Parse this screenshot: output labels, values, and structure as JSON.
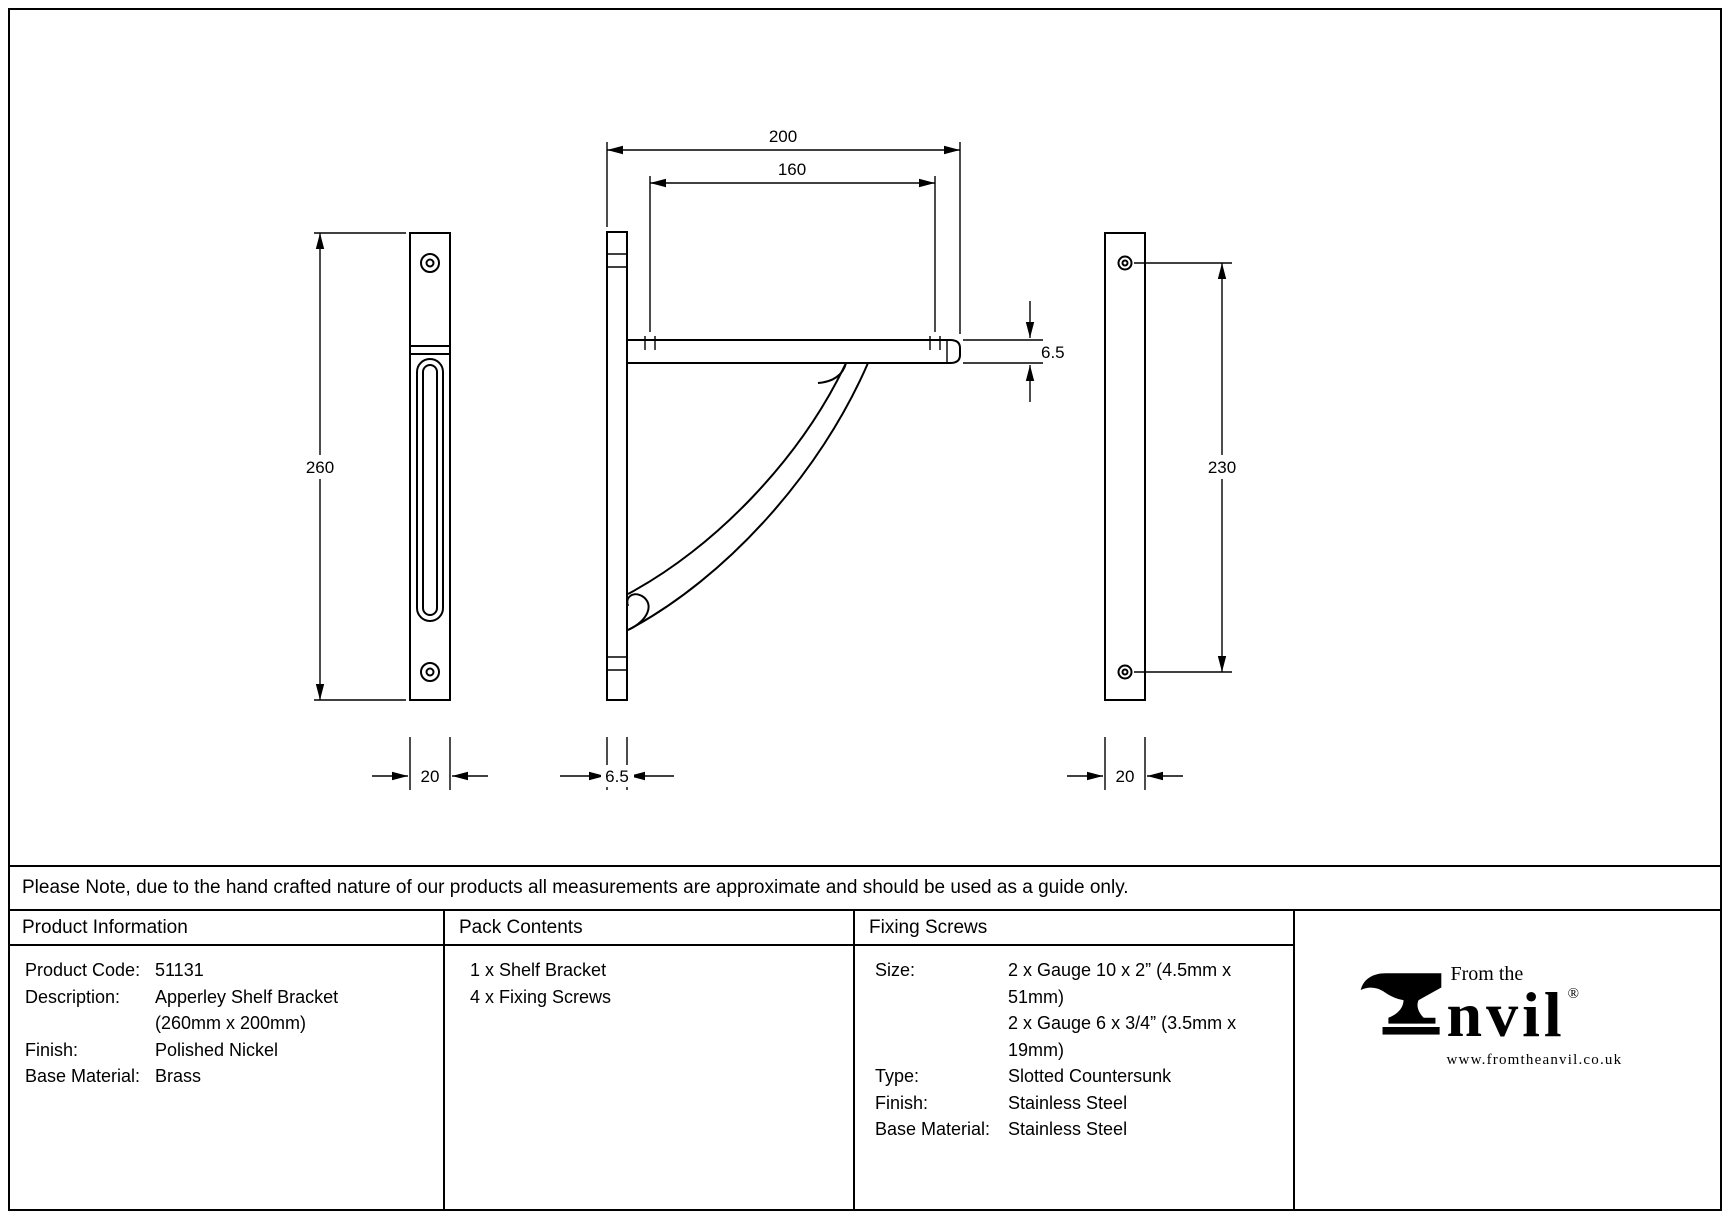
{
  "colors": {
    "line": "#000000",
    "background": "#ffffff"
  },
  "drawing": {
    "front_view": {
      "height": "260",
      "width": "20"
    },
    "side_view": {
      "depth": "200",
      "hole_spacing": "160",
      "shelf_thickness": "6.5",
      "upright_thickness": "6.5"
    },
    "back_view": {
      "hole_spacing": "230",
      "width": "20"
    }
  },
  "note": "Please Note, due to the hand crafted nature of our products all measurements are approximate and should be used as a guide only.",
  "product_info": {
    "header": "Product Information",
    "rows": [
      {
        "label": "Product Code:",
        "values": [
          "51131"
        ]
      },
      {
        "label": "Description:",
        "values": [
          "Apperley Shelf Bracket",
          "(260mm x 200mm)"
        ]
      },
      {
        "label": "Finish:",
        "values": [
          "Polished Nickel"
        ]
      },
      {
        "label": "Base Material:",
        "values": [
          "Brass"
        ]
      }
    ]
  },
  "pack_contents": {
    "header": "Pack Contents",
    "items": [
      "1 x Shelf Bracket",
      "4 x Fixing Screws"
    ]
  },
  "fixing_screws": {
    "header": "Fixing Screws",
    "rows": [
      {
        "label": "Size:",
        "values": [
          "2 x Gauge 10 x 2” (4.5mm x 51mm)",
          "2 x Gauge 6 x 3/4” (3.5mm x 19mm)"
        ]
      },
      {
        "label": "Type:",
        "values": [
          "Slotted Countersunk"
        ]
      },
      {
        "label": "Finish:",
        "values": [
          "Stainless Steel"
        ]
      },
      {
        "label": "Base Material:",
        "values": [
          "Stainless Steel"
        ]
      }
    ]
  },
  "logo": {
    "from_the": "From the",
    "wordmark_rest": "nvil",
    "registered": "®",
    "url": "www.fromtheanvil.co.uk"
  }
}
